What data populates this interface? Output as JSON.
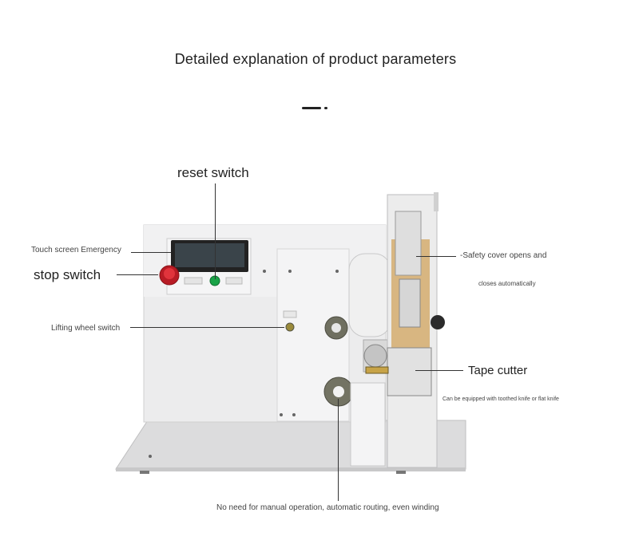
{
  "header": {
    "title": "Detailed explanation of product parameters"
  },
  "callouts": {
    "reset_switch": "reset switch",
    "touch_screen_emergency": "Touch screen Emergency",
    "stop_switch": "stop switch",
    "lifting_wheel_switch": "Lifting wheel switch",
    "safety_cover_line1": "-Safety cover opens and",
    "safety_cover_line2": "closes automatically",
    "tape_cutter": "Tape cutter",
    "tape_cutter_note": "Can be equipped with toothed knife or flat knife",
    "bottom_note": "No need for manual operation, automatic routing, even winding"
  },
  "colors": {
    "machine_body": "#e9e9ea",
    "base_plate": "#dcdcdd",
    "screen": "#2e3438",
    "emergency_red": "#c8202a",
    "reset_green": "#1aa84a",
    "roller_gray": "#6e6e60",
    "tape_amber": "#c98a2a"
  }
}
